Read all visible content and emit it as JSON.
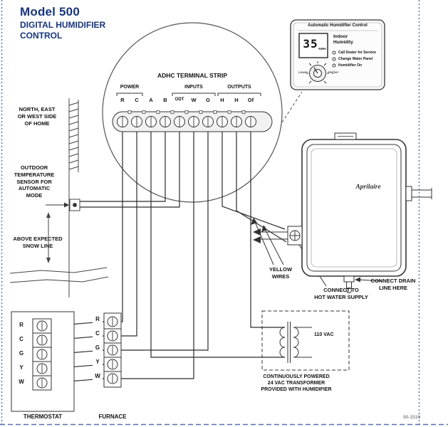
{
  "page": {
    "title": "Model 500",
    "subtitle": "DIGITAL HUMIDIFIER\nCONTROL",
    "part_number": "90-1510"
  },
  "terminal_strip": {
    "title": "ADHC TERMINAL STRIP",
    "groups": {
      "power": "POWER",
      "inputs": "INPUTS",
      "outputs": "OUTPUTS"
    },
    "terminals": [
      "R",
      "C",
      "A",
      "B",
      "ODT",
      "W",
      "G",
      "H",
      "H",
      "Gf"
    ]
  },
  "control_panel": {
    "title": "Automatic Humidifier Control",
    "display_value": "35",
    "display_unit": "%RH",
    "indoor_label": "Indoor\nHumidity",
    "indicators": [
      "Call Dealer for Service",
      "Change Water Panel",
      "Humidifier On"
    ],
    "knob_left": "Lower",
    "knob_right": "Higher"
  },
  "callouts": {
    "house_side": "NORTH, EAST\nOR WEST SIDE\nOF HOME",
    "outdoor_sensor": "OUTDOOR\nTEMPERATURE\nSENSOR FOR\nAUTOMATIC\nMODE",
    "snow_line": "ABOVE EXPECTED\nSNOW LINE",
    "yellow_wires": "YELLOW\nWIRES",
    "hot_water": "CONNECT TO\nHOT WATER SUPPLY",
    "drain": "CONNECT DRAIN\nLINE HERE",
    "transformer": "CONTINUOUSLY POWERED\n24 VAC TRANSFORMER\nPROVIDED WITH HUMIDIFIER",
    "vac": "110 VAC"
  },
  "thermostat": {
    "label": "THERMOSTAT",
    "terminals": [
      "R",
      "C",
      "G",
      "Y",
      "W"
    ]
  },
  "furnace": {
    "label": "FURNACE",
    "terminals": [
      "R",
      "C",
      "G",
      "Y",
      "W"
    ]
  },
  "humidifier": {
    "brand": "Aprilaire"
  }
}
